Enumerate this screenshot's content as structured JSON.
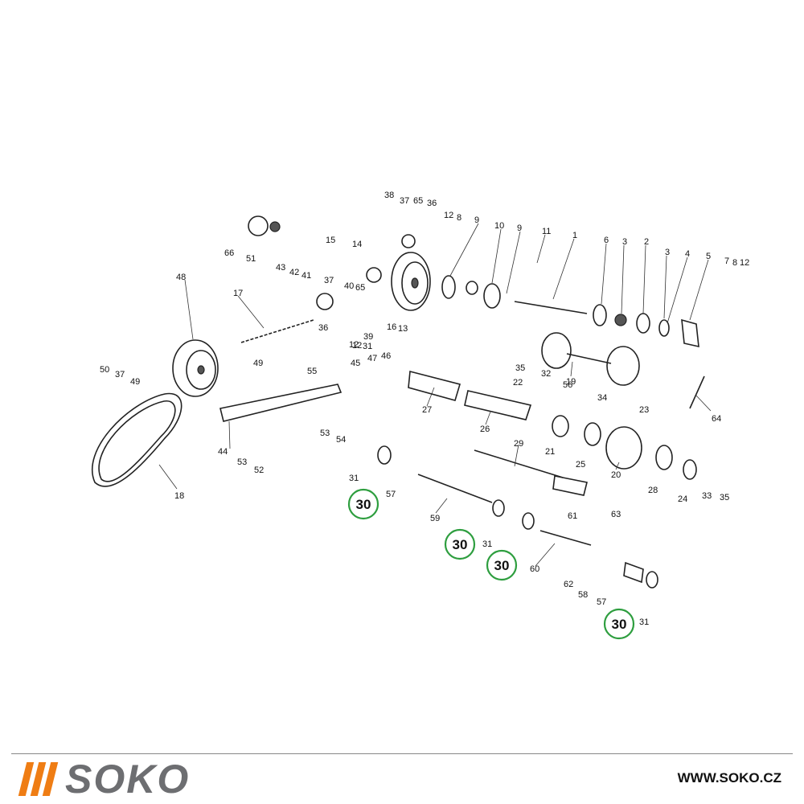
{
  "diagram": {
    "part_labels": [
      "1",
      "2",
      "3",
      "3",
      "4",
      "5",
      "6",
      "7",
      "8",
      "8",
      "9",
      "9",
      "10",
      "11",
      "12",
      "12",
      "12",
      "12",
      "13",
      "14",
      "15",
      "16",
      "17",
      "18",
      "19",
      "20",
      "21",
      "22",
      "23",
      "24",
      "25",
      "26",
      "27",
      "28",
      "29",
      "31",
      "31",
      "31",
      "31",
      "32",
      "33",
      "34",
      "35",
      "35",
      "36",
      "36",
      "37",
      "37",
      "37",
      "38",
      "39",
      "40",
      "41",
      "42",
      "43",
      "44",
      "45",
      "46",
      "47",
      "48",
      "49",
      "49",
      "50",
      "51",
      "52",
      "53",
      "53",
      "54",
      "55",
      "56",
      "57",
      "57",
      "58",
      "59",
      "60",
      "61",
      "62",
      "63",
      "64",
      "65",
      "65",
      "66"
    ],
    "highlighted_label": "30",
    "highlight_color": "#2e9e3f"
  },
  "footer": {
    "brand": "SOKO",
    "brand_color": "#6d6e71",
    "accent_color": "#ef7d14",
    "website": "WWW.SOKO.CZ"
  }
}
